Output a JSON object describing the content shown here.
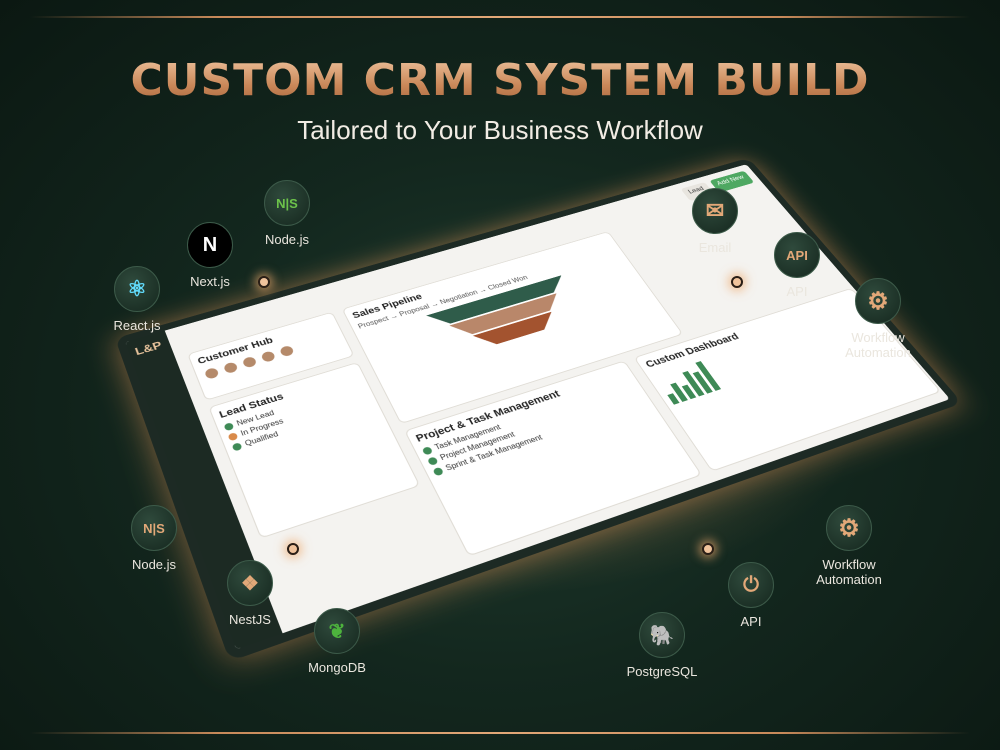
{
  "header": {
    "title": "CUSTOM CRM SYSTEM BUILD",
    "subtitle": "Tailored to Your Business Workflow"
  },
  "tech_top": [
    {
      "label": "Node.js",
      "icon": "nodejs-icon",
      "glyph": "N|S"
    },
    {
      "label": "Next.js",
      "icon": "nextjs-icon",
      "glyph": "N"
    },
    {
      "label": "React.js",
      "icon": "react-icon",
      "glyph": "⚛"
    },
    {
      "label": "Email",
      "icon": "email-icon",
      "glyph": "✉"
    },
    {
      "label": "API",
      "icon": "api-icon",
      "glyph": "API"
    },
    {
      "label": "Workflow Automation",
      "icon": "gear-icon",
      "glyph": "⚙"
    }
  ],
  "tech_bottom": [
    {
      "label": "Node.js",
      "icon": "nodejs-icon",
      "glyph": "N|S"
    },
    {
      "label": "NestJS",
      "icon": "nestjs-icon",
      "glyph": "❖"
    },
    {
      "label": "MongoDB",
      "icon": "mongodb-icon",
      "glyph": "❦"
    },
    {
      "label": "PostgreSQL",
      "icon": "postgresql-icon",
      "glyph": "🐘"
    },
    {
      "label": "API",
      "icon": "plug-icon",
      "glyph": "⏻"
    },
    {
      "label": "Workflow Automation",
      "icon": "gear-icon",
      "glyph": "⚙"
    }
  ],
  "dashboard": {
    "logo": "L&P",
    "topbar": {
      "btn1": "Lead",
      "btn2": "Add New"
    },
    "cards": {
      "customer_hub": "Customer Hub",
      "lead_status": "Lead Status",
      "lead_items": [
        "New Lead",
        "In Progress",
        "Qualified"
      ],
      "sales_pipeline": "Sales Pipeline",
      "pipeline_stages": [
        "Prospect",
        "Proposal",
        "Negotiation",
        "Closed Won"
      ],
      "project_task": "Project & Task Management",
      "tasks": [
        "Task Management",
        "Project Management",
        "Sprint & Task Management"
      ],
      "custom_dashboard": "Custom Dashboard"
    }
  },
  "colors": {
    "accent": "#e2a878",
    "bg": "#13271e",
    "green": "#3e8a56"
  }
}
